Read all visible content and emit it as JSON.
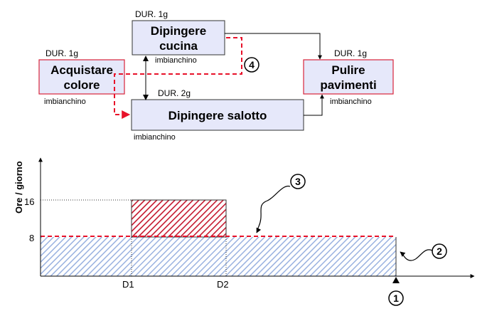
{
  "network": {
    "tasks": {
      "acquistare": {
        "title_lines": [
          "Acquistare",
          "colore"
        ],
        "duration": "DUR. 1g",
        "resource": "imbianchino"
      },
      "cucina": {
        "title_lines": [
          "Dipingere",
          "cucina"
        ],
        "duration": "DUR. 1g",
        "resource": "imbianchino"
      },
      "salotto": {
        "title_lines": [
          "Dipingere salotto"
        ],
        "duration": "DUR. 2g",
        "resource": "imbianchino"
      },
      "pulire": {
        "title_lines": [
          "Pulire",
          "pavimenti"
        ],
        "duration": "DUR. 1g",
        "resource": "imbianchino"
      }
    },
    "colors": {
      "box_fill": "#e6e8fa",
      "box_stroke": "#d9253b",
      "box_stroke_dark": "#333333",
      "dashed_path": "#e8122a"
    }
  },
  "histogram": {
    "ylabel": "Ore / giorno",
    "yticks": [
      "16",
      "8"
    ],
    "xticks": [
      "D1",
      "D2"
    ],
    "callouts": [
      "1",
      "2",
      "3",
      "4"
    ],
    "colors": {
      "base_hatch": "#9ab2e0",
      "peak_hatch": "#c5182e",
      "limit_line": "#e8122a"
    }
  }
}
